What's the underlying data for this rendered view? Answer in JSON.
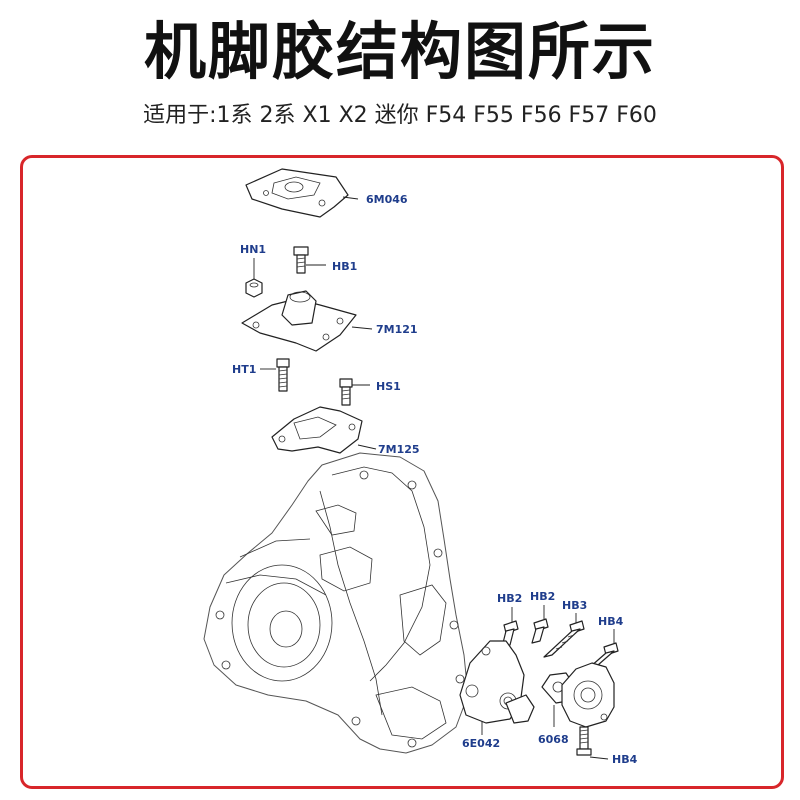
{
  "header": {
    "title": "机脚胶结构图所示",
    "subtitle": "适用于:1系 2系 X1 X2 迷你 F54 F55 F56 F57 F60"
  },
  "colors": {
    "frame_border": "#d8262a",
    "label": "#1f3d8c"
  },
  "diagram": {
    "labels": {
      "mount_cover": "6M046",
      "nut_hn1": "HN1",
      "bolt_hb1": "HB1",
      "upper_mount": "7M121",
      "bolt_ht1": "HT1",
      "bolt_hs1": "HS1",
      "bracket": "7M125",
      "bolt_hb2_a": "HB2",
      "bolt_hb2_b": "HB2",
      "bolt_hb3": "HB3",
      "bolt_hb4_top": "HB4",
      "rear_bracket": "6E042",
      "rear_mount": "6068",
      "bolt_hb4_bottom": "HB4"
    }
  }
}
